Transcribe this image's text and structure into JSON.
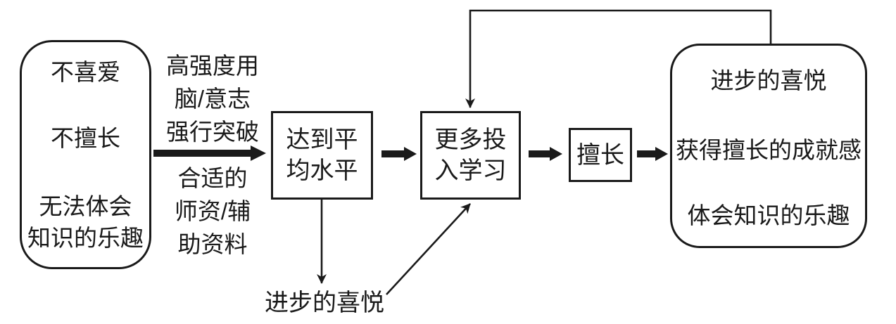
{
  "diagram": {
    "title_hint": "learning positive feedback loop flowchart",
    "start_box": {
      "lines": [
        "不喜爱",
        "不擅长",
        "无法体会",
        "知识的乐趣"
      ]
    },
    "breakthrough_label": {
      "lines": [
        "高强度用",
        "脑/意志",
        "强行突破"
      ]
    },
    "support_label": {
      "lines": [
        "合适的",
        "师资/辅",
        "助资料"
      ]
    },
    "average_box": {
      "lines": [
        "达到平",
        "均水平"
      ]
    },
    "invest_box": {
      "lines": [
        "更多投",
        "入学习"
      ]
    },
    "skilled_box": {
      "label": "擅长"
    },
    "outcome_box": {
      "lines": [
        "进步的喜悦",
        "获得擅长的成就感",
        "体会知识的乐趣"
      ]
    },
    "joy_of_progress_label": "进步的喜悦",
    "arrows": [
      "breakthrough-arrow",
      "average-to-invest-arrow",
      "invest-to-skilled-arrow",
      "skilled-to-outcome-arrow",
      "outcome-feedback-loop-arrow",
      "average-to-joy-arrow",
      "joy-to-invest-arrow"
    ]
  },
  "colors": {
    "ink": "#1a1a1a",
    "background": "#ffffff"
  }
}
